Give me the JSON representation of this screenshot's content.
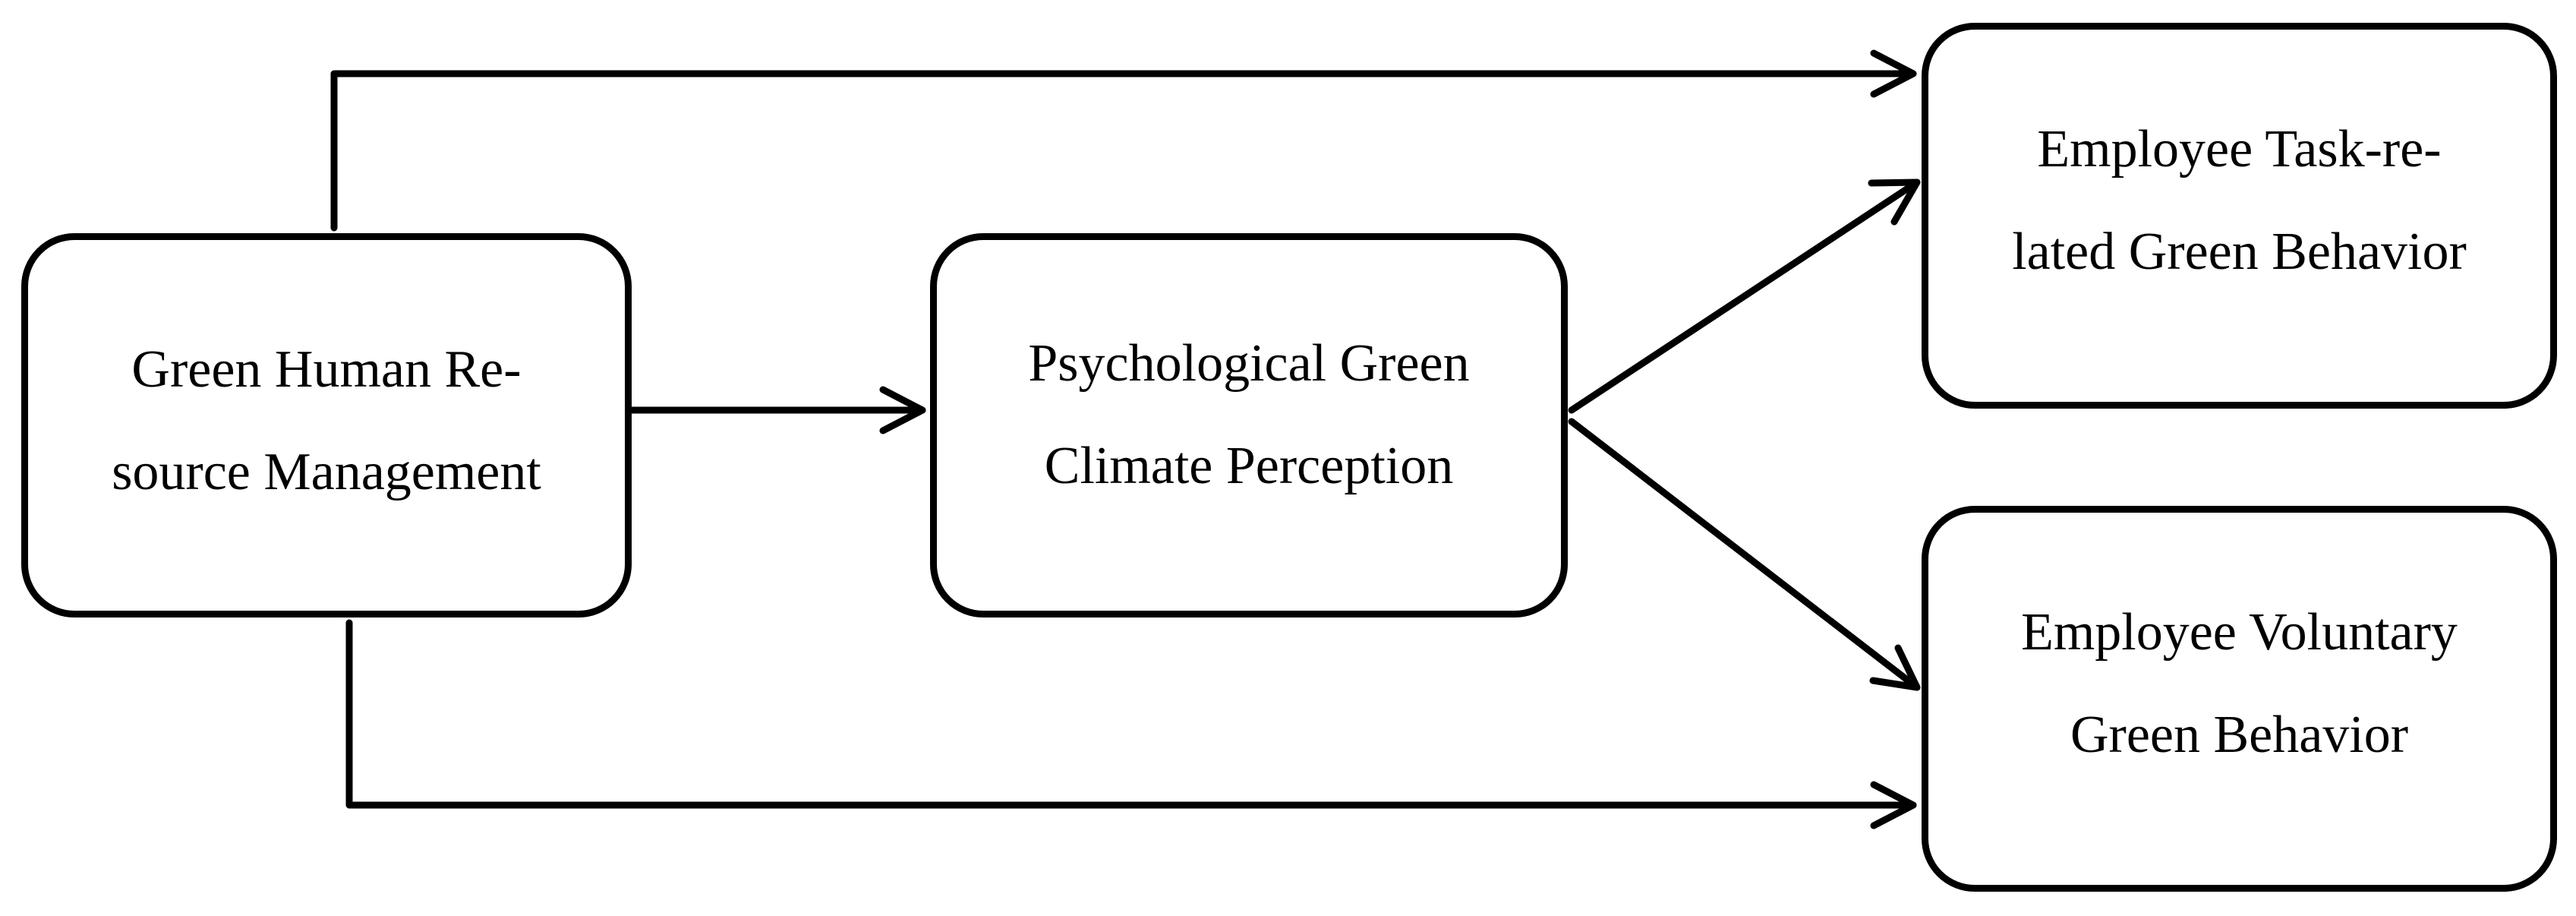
{
  "nodes": {
    "ghrm": {
      "line1": "Green Human Re-",
      "line2": "source Management"
    },
    "pgcp": {
      "line1": "Psychological Green",
      "line2": "Climate Perception"
    },
    "etgb": {
      "line1": "Employee Task-re-",
      "line2": "lated Green Behavior"
    },
    "evgb": {
      "line1": "Employee Voluntary",
      "line2": "Green Behavior"
    }
  },
  "edges": [
    {
      "from": "ghrm",
      "to": "etgb"
    },
    {
      "from": "ghrm",
      "to": "pgcp"
    },
    {
      "from": "ghrm",
      "to": "evgb"
    },
    {
      "from": "pgcp",
      "to": "etgb"
    },
    {
      "from": "pgcp",
      "to": "evgb"
    }
  ],
  "colors": {
    "stroke": "#000000",
    "background": "#ffffff"
  }
}
